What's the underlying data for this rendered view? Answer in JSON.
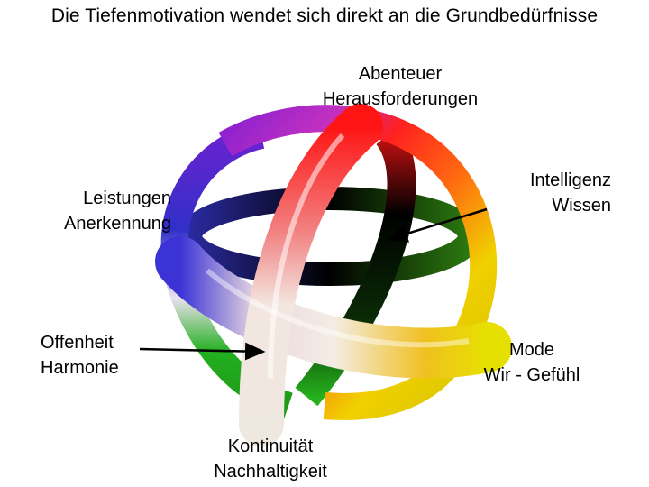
{
  "title": "Die Tiefenmotivation wendet sich direkt an die Grundbedürfnisse",
  "labels": {
    "top": [
      "Abenteuer",
      "Herausforderungen"
    ],
    "top_right": [
      "Intelligenz",
      "Wissen"
    ],
    "left": [
      "Leistungen",
      "Anerkennung"
    ],
    "bottom_left": [
      "Offenheit",
      "Harmonie"
    ],
    "bottom_right": [
      "Mode",
      "Wir - Gefühl"
    ],
    "bottom": [
      "Kontinuität",
      "Nachhaltigkeit"
    ]
  },
  "colors": {
    "red": "#ff1a1a",
    "orange": "#ff8a1a",
    "yellow": "#e8d800",
    "green": "#22b81e",
    "blue": "#3a3ad0",
    "violet": "#c22ad0",
    "black": "#000000",
    "white": "#f7eee6"
  }
}
